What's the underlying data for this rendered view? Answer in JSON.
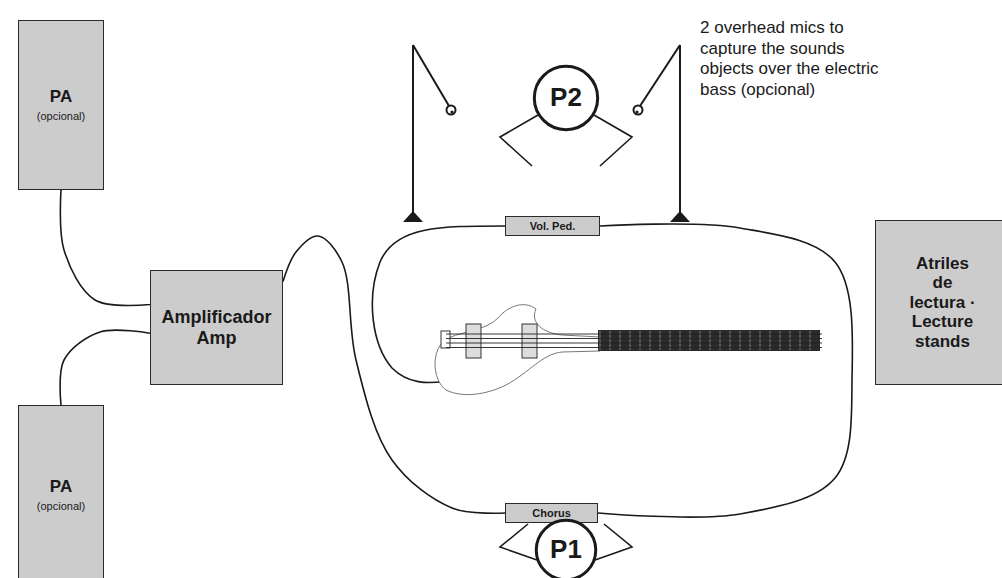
{
  "diagram": {
    "nodes": [
      {
        "text": [
          "PA",
          "(opcional)"
        ]
      },
      {
        "text": [
          "PA",
          "(opcional)"
        ]
      },
      {
        "text": [
          "Amplificador Amp"
        ]
      },
      {
        "text": [
          "P2"
        ]
      },
      {
        "text": [
          "Vol. Ped."
        ]
      },
      {
        "text": [
          "Chorus"
        ]
      },
      {
        "text": [
          "P1"
        ]
      },
      {
        "text": [
          "Atriles de lectura · Lecture stands"
        ]
      }
    ],
    "edges": [
      {
        "from": 0,
        "to": 2,
        "arrow": "none"
      },
      {
        "from": 1,
        "to": 2,
        "arrow": "none"
      },
      {
        "from": 2,
        "to": 5,
        "arrow": "none"
      },
      {
        "from": 5,
        "to": 4,
        "arrow": "none"
      }
    ],
    "labels": [
      "2 overhead mics to capture the sounds objects over the electric bass (opcional)"
    ]
  }
}
